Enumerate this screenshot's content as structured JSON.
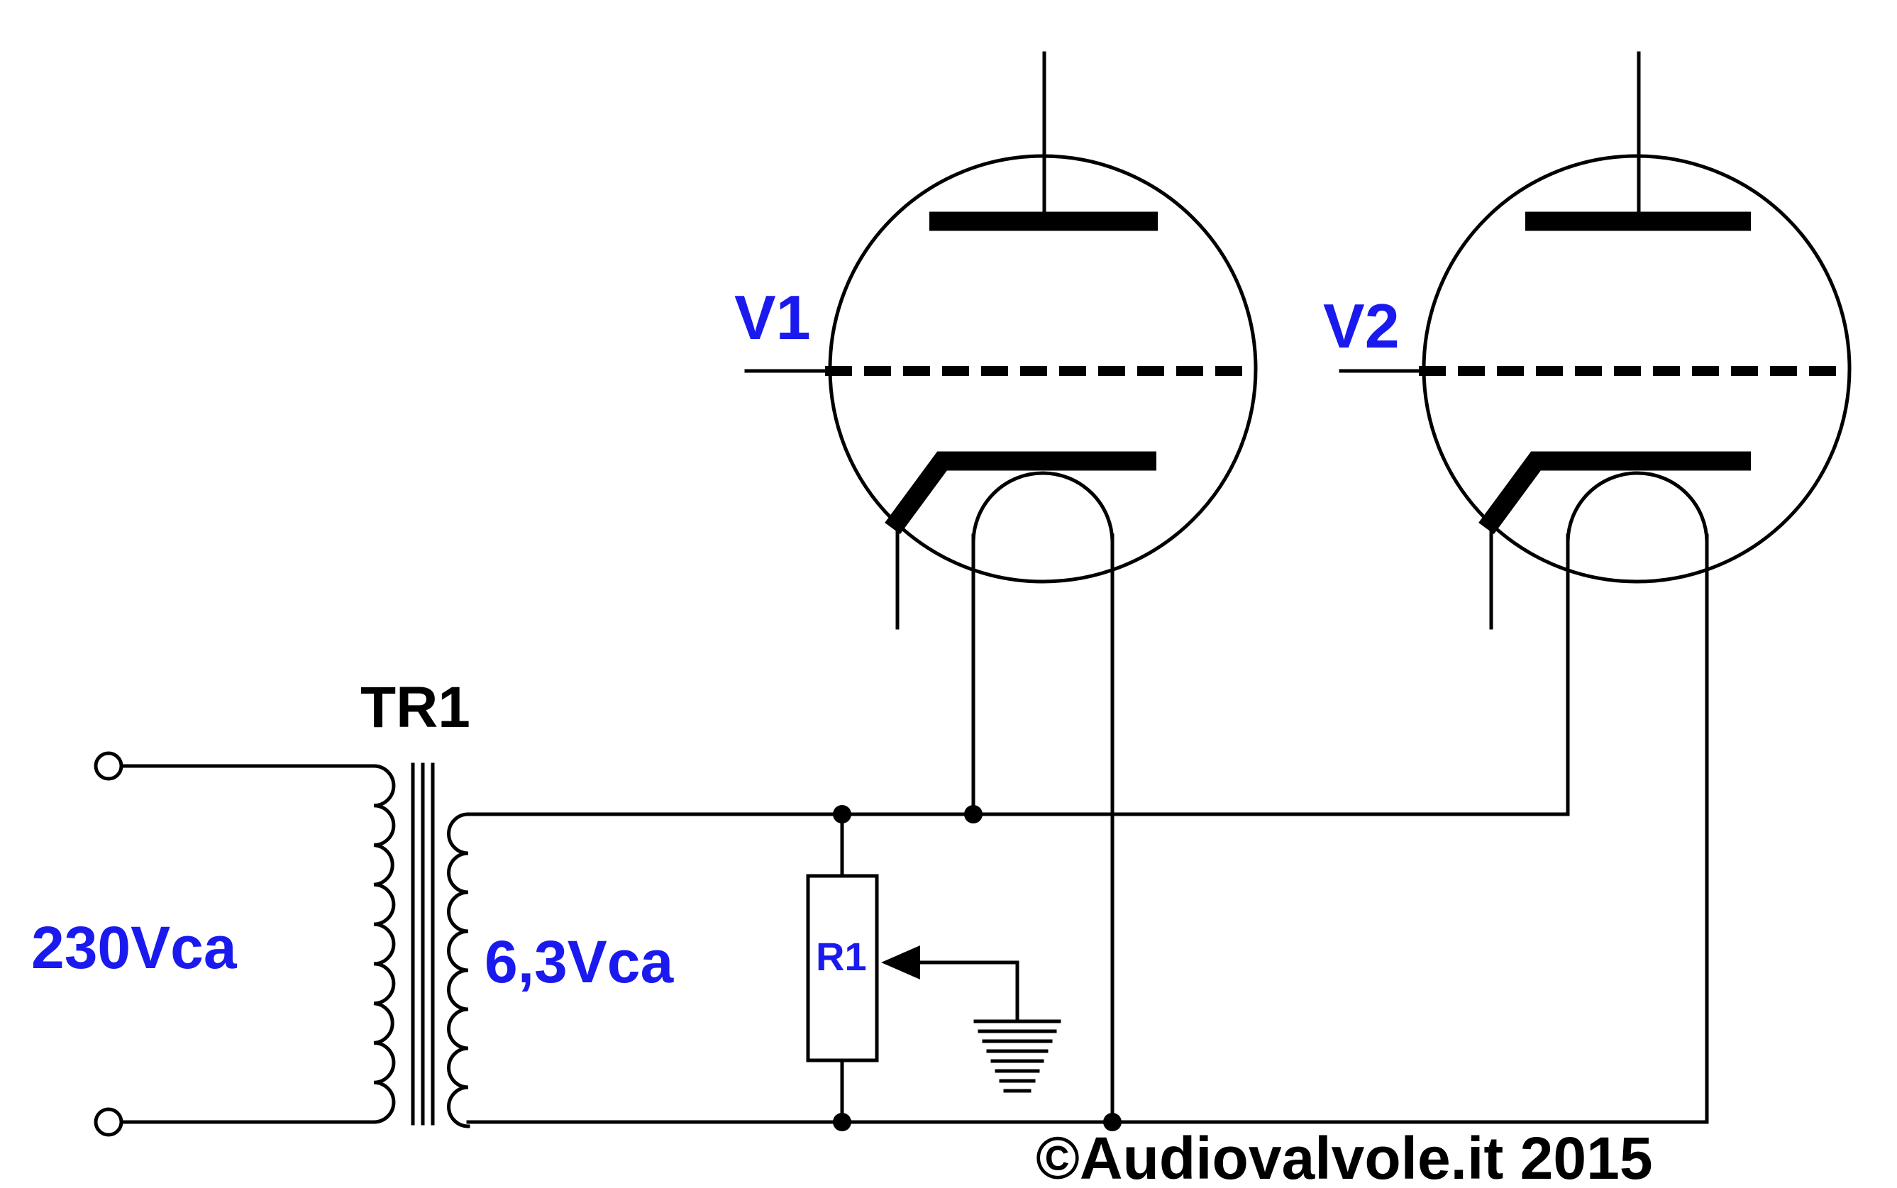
{
  "labels": {
    "transformer": "TR1",
    "tube1": "V1",
    "tube2": "V2",
    "primary_voltage": "230Vca",
    "secondary_voltage": "6,3Vca",
    "resistor": "R1",
    "copyright": "©Audiovalvole.it 2015"
  },
  "colors": {
    "label_blue": "#1a1aee",
    "line": "#000000",
    "background": "#ffffff"
  }
}
